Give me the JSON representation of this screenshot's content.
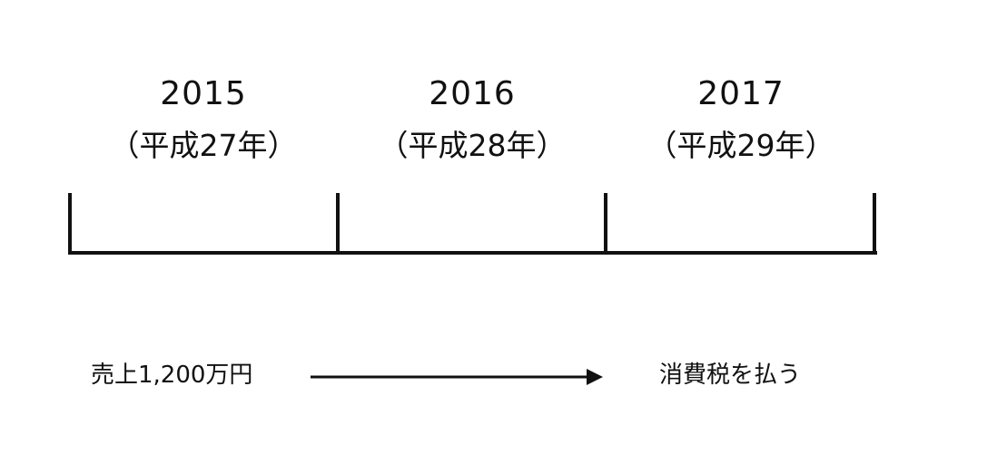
{
  "years": [
    {
      "year": "2015",
      "era": "（平成27年）"
    },
    {
      "year": "2016",
      "era": "（平成28年）"
    },
    {
      "year": "2017",
      "era": "（平成29年）"
    }
  ],
  "flow": {
    "source": "売上1,200万円",
    "target": "消費税を払う"
  }
}
